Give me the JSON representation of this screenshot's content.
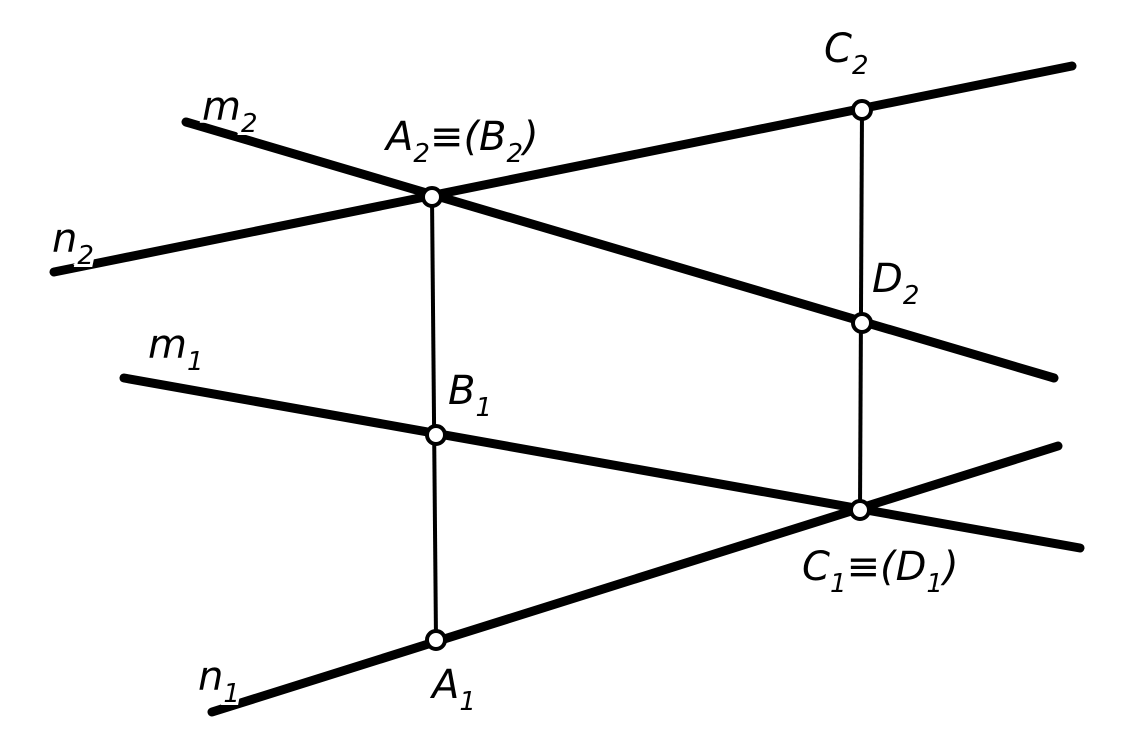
{
  "lines": {
    "m2": {
      "name": "m",
      "sub": "2"
    },
    "n2": {
      "name": "n",
      "sub": "2"
    },
    "m1": {
      "name": "m",
      "sub": "1"
    },
    "n1": {
      "name": "n",
      "sub": "1"
    }
  },
  "points": {
    "A2": {
      "name": "A",
      "sub": "2",
      "suffix": "≡(B",
      "suffix_sub": "2",
      "suffix_end": ")"
    },
    "C2": {
      "name": "C",
      "sub": "2"
    },
    "D2": {
      "name": "D",
      "sub": "2"
    },
    "B1": {
      "name": "B",
      "sub": "1"
    },
    "C1": {
      "name": "C",
      "sub": "1",
      "suffix": "≡(D",
      "suffix_sub": "1",
      "suffix_end": ")"
    },
    "A1": {
      "name": "A",
      "sub": "1"
    }
  }
}
